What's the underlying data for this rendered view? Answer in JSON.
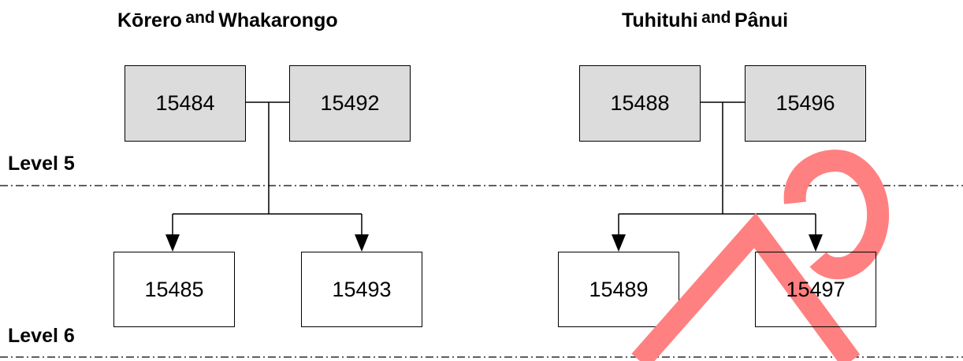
{
  "headings": {
    "left": {
      "part1": "Kōrero",
      "and": "and",
      "part2": "Whakarongo"
    },
    "right": {
      "part1": "Tuhituhi",
      "and": "and",
      "part2": "Pânui"
    }
  },
  "levels": {
    "level5": "Level 5",
    "level6": "Level 6"
  },
  "boxes": {
    "b15484": "15484",
    "b15492": "15492",
    "b15488": "15488",
    "b15496": "15496",
    "b15485": "15485",
    "b15493": "15493",
    "b15489": "15489",
    "b15497": "15497"
  },
  "colors": {
    "shaded_fill": "#dcdcdc",
    "watermark": "#ff8080",
    "line": "#000000"
  },
  "watermark": {
    "kind": "red-stroke-watermark"
  }
}
